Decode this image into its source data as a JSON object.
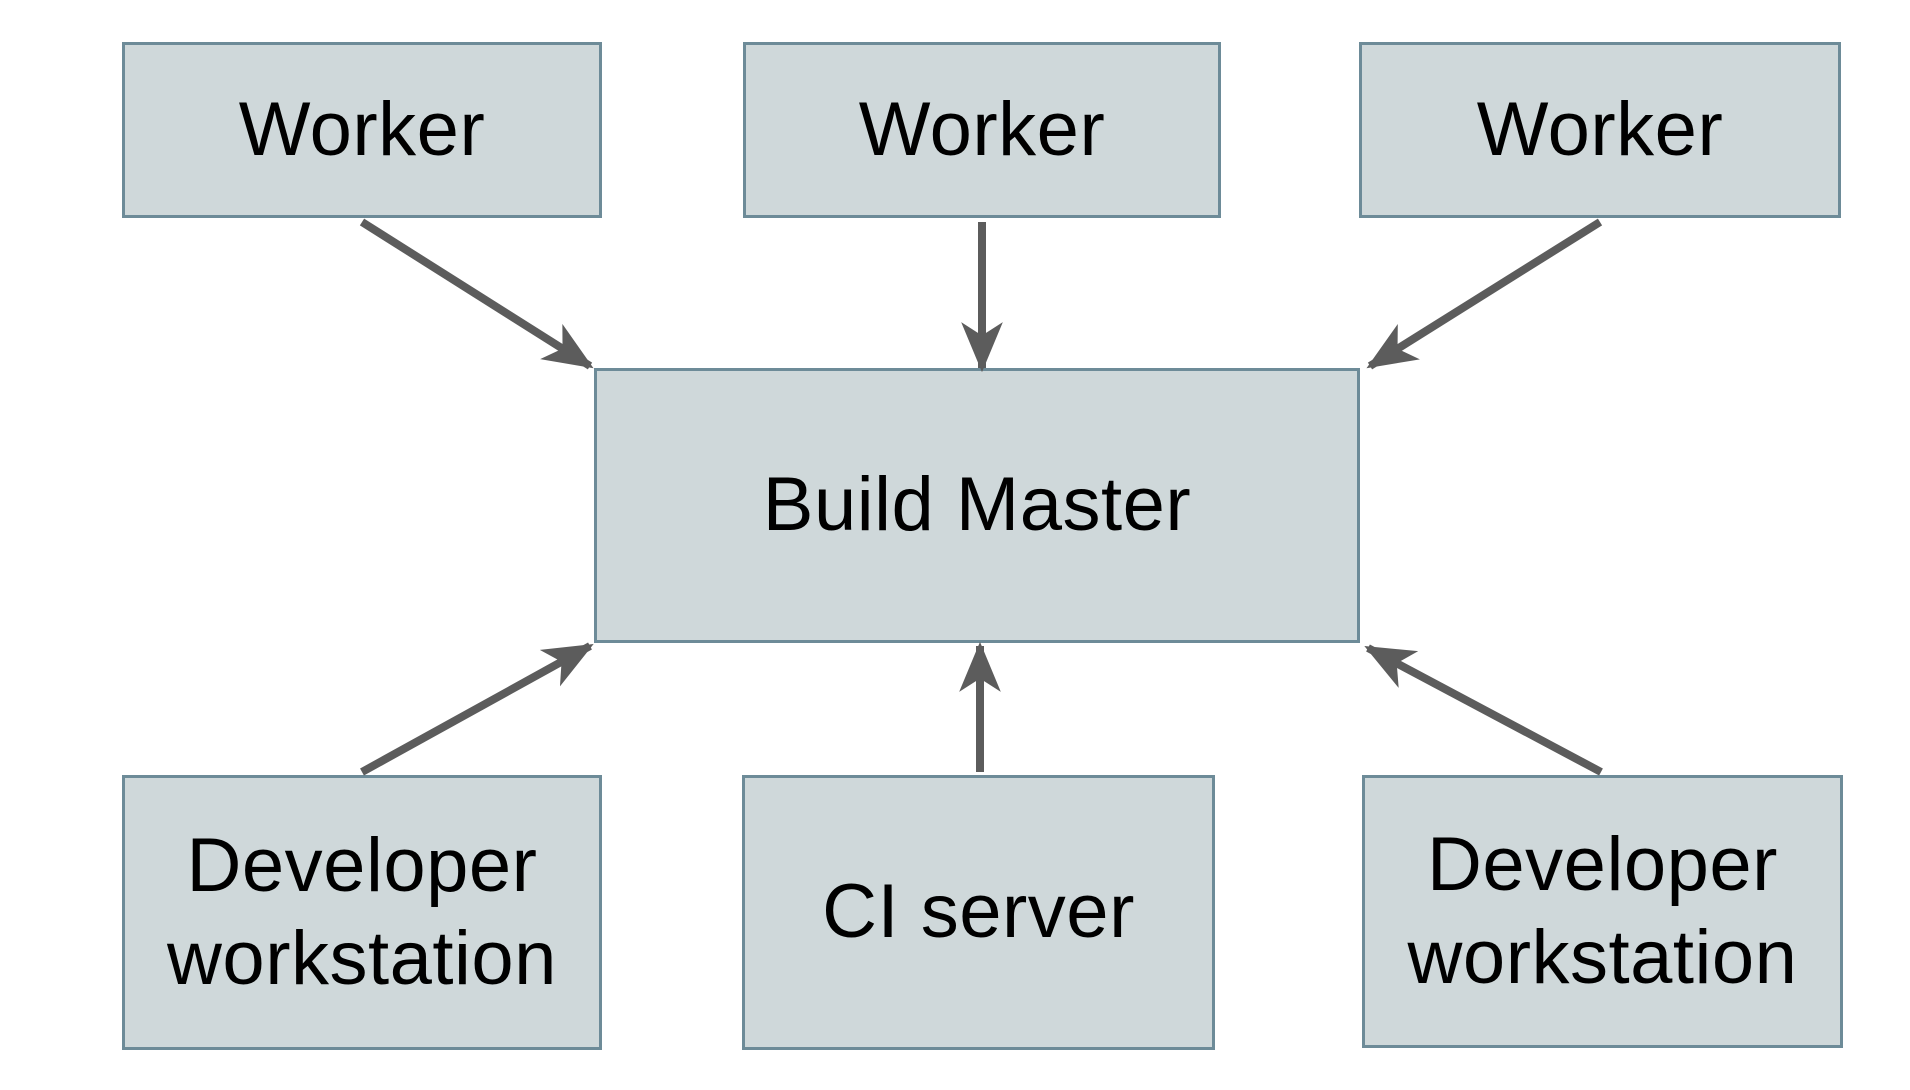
{
  "diagram": {
    "title": "",
    "nodes": [
      {
        "id": "worker-1",
        "label": "Worker",
        "row": "top"
      },
      {
        "id": "worker-2",
        "label": "Worker",
        "row": "top"
      },
      {
        "id": "worker-3",
        "label": "Worker",
        "row": "top"
      },
      {
        "id": "build-master",
        "label": "Build Master",
        "row": "middle"
      },
      {
        "id": "dev-workstation-1",
        "label": "Developer workstation",
        "row": "bottom"
      },
      {
        "id": "ci-server",
        "label": "CI server",
        "row": "bottom"
      },
      {
        "id": "dev-workstation-2",
        "label": "Developer workstation",
        "row": "bottom"
      }
    ],
    "edges": [
      {
        "from": "worker-1",
        "to": "build-master"
      },
      {
        "from": "worker-2",
        "to": "build-master"
      },
      {
        "from": "worker-3",
        "to": "build-master"
      },
      {
        "from": "dev-workstation-1",
        "to": "build-master"
      },
      {
        "from": "ci-server",
        "to": "build-master"
      },
      {
        "from": "dev-workstation-2",
        "to": "build-master"
      }
    ],
    "colors": {
      "node_fill": "#cfd8da",
      "node_border": "#6d8b98",
      "arrow": "#5c5c5c",
      "text": "#000000",
      "background": "#ffffff"
    }
  }
}
